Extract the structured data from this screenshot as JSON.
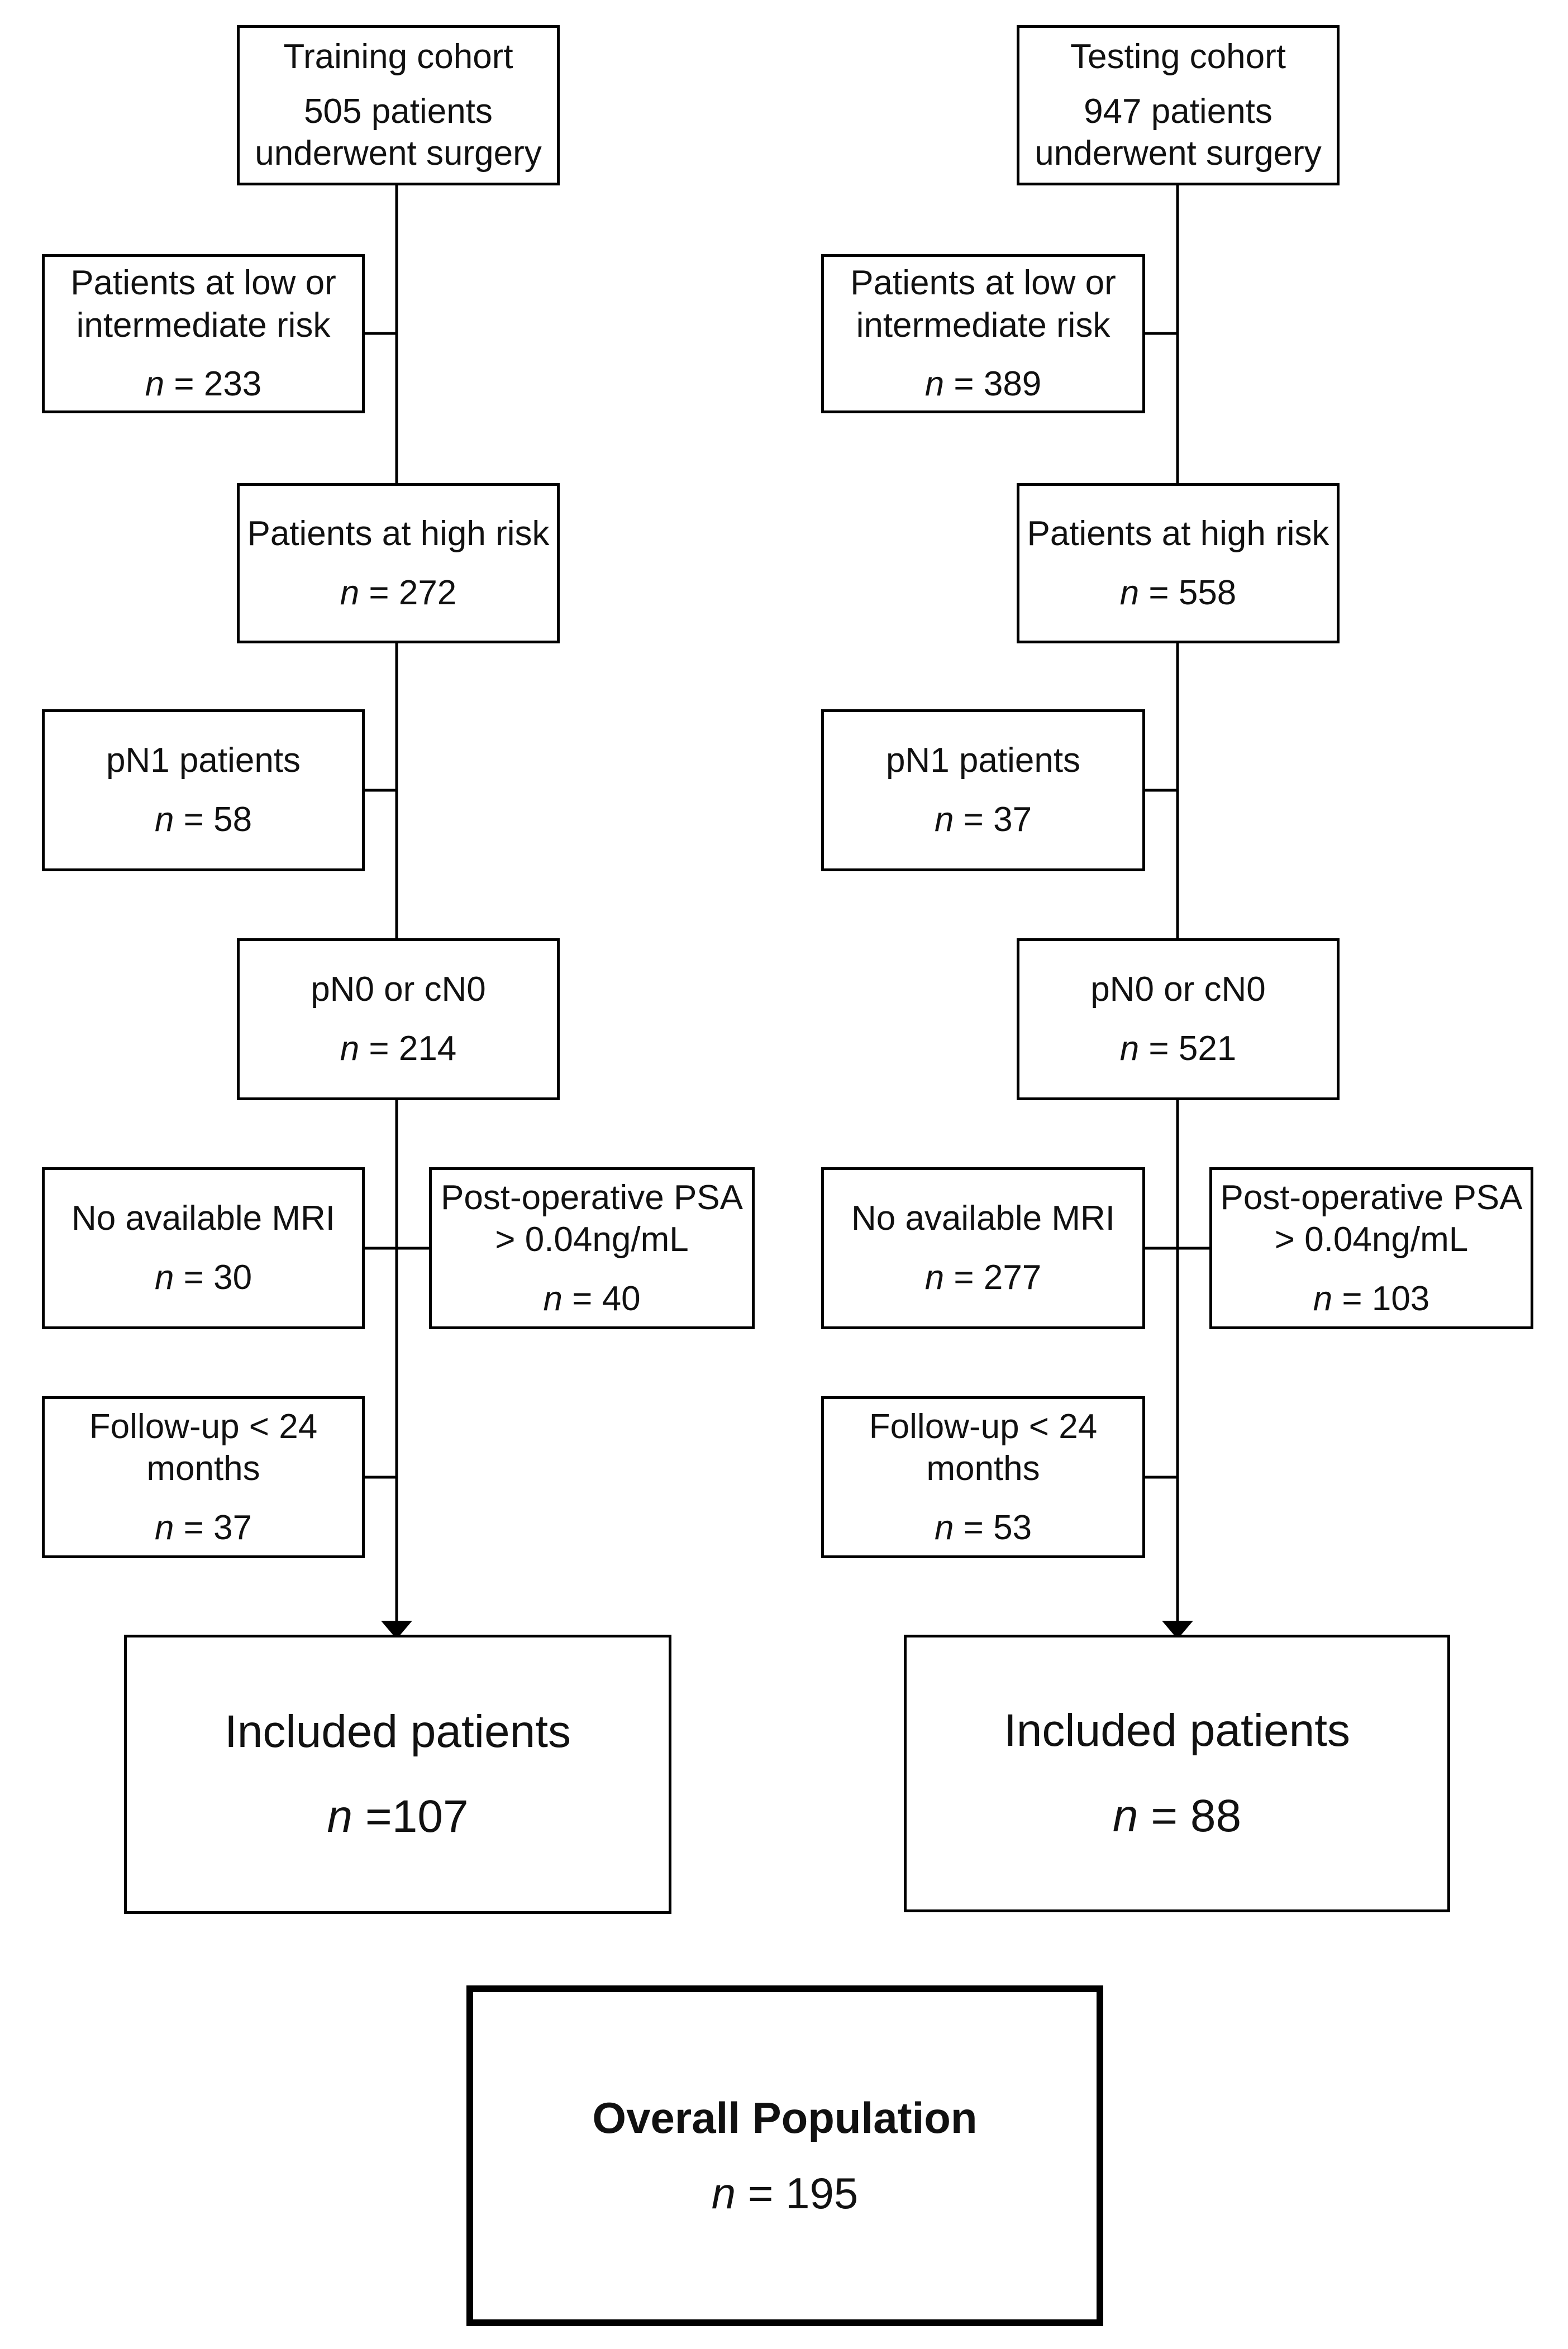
{
  "diagram": {
    "training": {
      "top": {
        "title": "Training cohort",
        "line2": "505 patients",
        "line3": "underwent surgery"
      },
      "low_risk": {
        "line1": "Patients at low or",
        "line2": "intermediate risk",
        "n": "233"
      },
      "high_risk": {
        "line1": "Patients at high risk",
        "n": "272"
      },
      "pn1": {
        "line1": "pN1 patients",
        "n": "58"
      },
      "pn0": {
        "line1": "pN0 or cN0",
        "n": "214"
      },
      "no_mri": {
        "line1": "No available MRI",
        "n": "30"
      },
      "psa": {
        "line1": "Post-operative PSA",
        "line2": "> 0.04ng/mL",
        "n": "40"
      },
      "followup": {
        "line1": "Follow-up < 24",
        "line2": "months",
        "n": "37"
      },
      "included": {
        "line1": "Included patients",
        "n_text": "=107"
      }
    },
    "testing": {
      "top": {
        "title": "Testing cohort",
        "line2": "947 patients",
        "line3": "underwent surgery"
      },
      "low_risk": {
        "line1": "Patients at low or",
        "line2": "intermediate risk",
        "n": "389"
      },
      "high_risk": {
        "line1": "Patients at high risk",
        "n": "558"
      },
      "pn1": {
        "line1": "pN1 patients",
        "n": "37"
      },
      "pn0": {
        "line1": "pN0 or cN0",
        "n": "521"
      },
      "no_mri": {
        "line1": "No available MRI",
        "n": "277"
      },
      "psa": {
        "line1": "Post-operative PSA",
        "line2": "> 0.04ng/mL",
        "n": "103"
      },
      "followup": {
        "line1": "Follow-up < 24",
        "line2": "months",
        "n": "53"
      },
      "included": {
        "line1": "Included patients",
        "n_text": "= 88"
      }
    },
    "overall": {
      "line1": "Overall Population",
      "n": "195"
    },
    "n_symbol": "n",
    "eq": "= ",
    "colors": {
      "line": "#000000",
      "box_border": "#000000",
      "background": "#ffffff"
    }
  }
}
